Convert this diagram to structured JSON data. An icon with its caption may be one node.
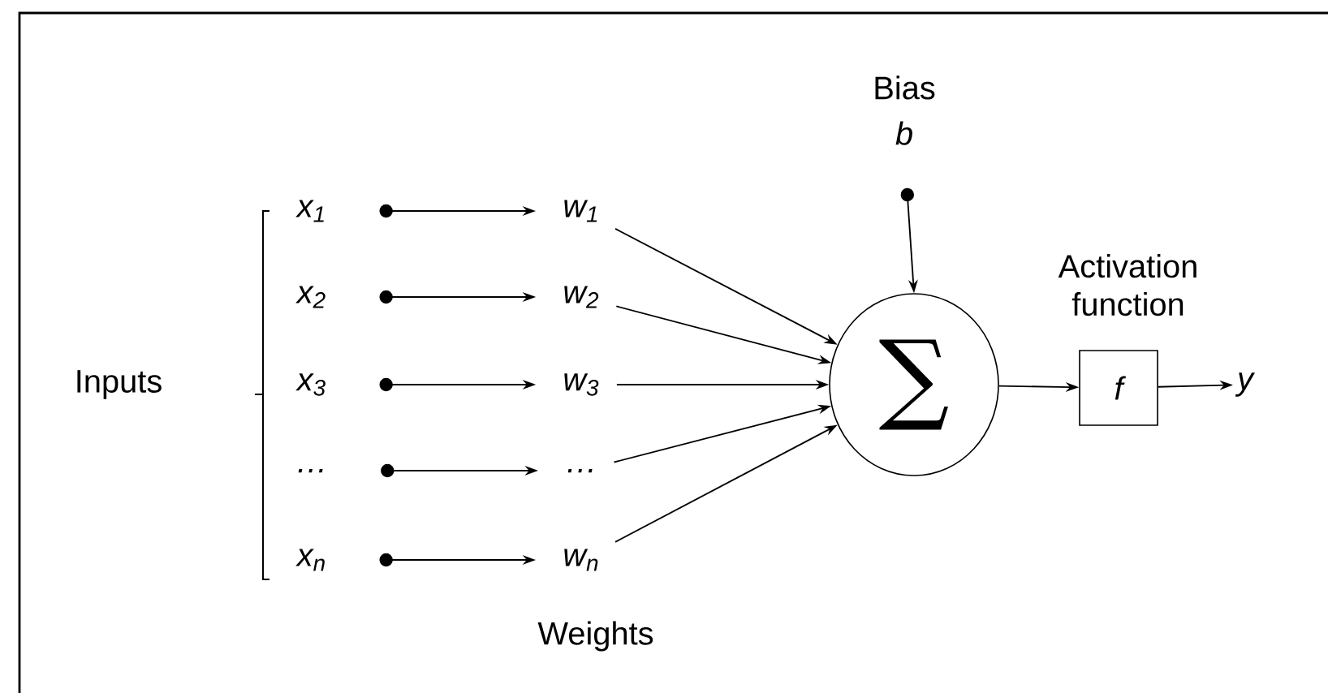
{
  "diagram": {
    "nodes": [
      {
        "text": [
          "x$_{1}$"
        ]
      },
      {
        "text": [
          "x$_{2}$"
        ]
      },
      {
        "text": [
          "x$_{3}$"
        ]
      },
      {
        "text": [
          "…"
        ]
      },
      {
        "text": [
          "x$_{n}$"
        ]
      },
      {
        "text": [
          "w$_{1}$"
        ]
      },
      {
        "text": [
          "w$_{2}$"
        ]
      },
      {
        "text": [
          "w$_{3}$"
        ]
      },
      {
        "text": [
          "…"
        ]
      },
      {
        "text": [
          "w$_{n}$"
        ]
      },
      {
        "text": [
          "Bias",
          "b"
        ]
      },
      {
        "text": [
          "∑"
        ]
      },
      {
        "text": [
          "Activation function",
          "f"
        ]
      },
      {
        "text": [
          "y"
        ]
      }
    ],
    "edges": [
      {
        "from": 0,
        "to": 5,
        "arrow": "to"
      },
      {
        "from": 1,
        "to": 6,
        "arrow": "to"
      },
      {
        "from": 2,
        "to": 7,
        "arrow": "to"
      },
      {
        "from": 3,
        "to": 8,
        "arrow": "to"
      },
      {
        "from": 4,
        "to": 9,
        "arrow": "to"
      },
      {
        "from": 5,
        "to": 11,
        "arrow": "to"
      },
      {
        "from": 6,
        "to": 11,
        "arrow": "to"
      },
      {
        "from": 7,
        "to": 11,
        "arrow": "to"
      },
      {
        "from": 8,
        "to": 11,
        "arrow": "to"
      },
      {
        "from": 9,
        "to": 11,
        "arrow": "to"
      },
      {
        "from": 10,
        "to": 11,
        "arrow": "to"
      },
      {
        "from": 11,
        "to": 12,
        "arrow": "to"
      },
      {
        "from": 12,
        "to": 13,
        "arrow": "to"
      }
    ],
    "labels": [
      "Inputs",
      "Weights"
    ]
  }
}
